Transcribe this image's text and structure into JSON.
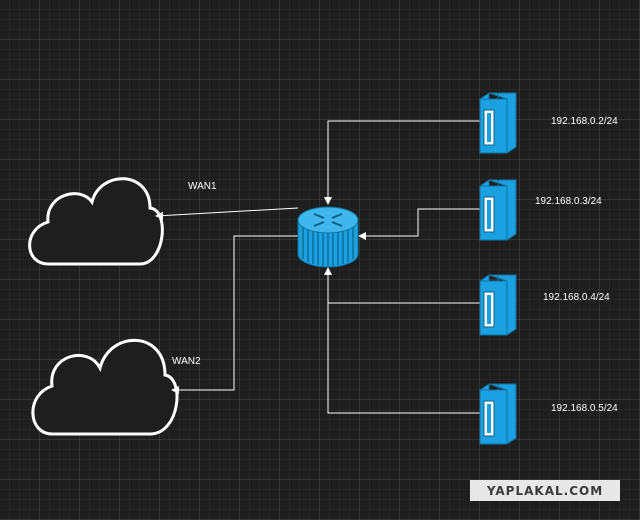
{
  "wan_links": [
    {
      "label": "WAN1"
    },
    {
      "label": "WAN2"
    }
  ],
  "hosts": [
    {
      "ip": "192.168.0.2/24"
    },
    {
      "ip": "192.168.0.3/24"
    },
    {
      "ip": "192.168.0.4/24"
    },
    {
      "ip": "192.168.0.5/24"
    }
  ],
  "watermark": "YAPLAKAL.COM",
  "colors": {
    "background": "#1e1e1e",
    "device_fill": "#1ba1e2",
    "device_stroke": "#10739e",
    "line": "#ffffff",
    "cloud_fill": "#1e1e1e",
    "cloud_stroke": "#ffffff"
  }
}
